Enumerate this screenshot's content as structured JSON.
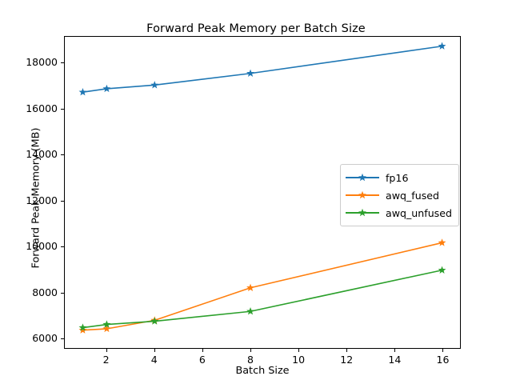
{
  "chart_data": {
    "type": "line",
    "title": "Forward Peak Memory per Batch Size",
    "xlabel": "Batch Size",
    "ylabel": "Forward Peak Memory (MB)",
    "x": [
      1,
      2,
      4,
      8,
      16
    ],
    "xlim": [
      0.25,
      16.75
    ],
    "ylim": [
      5550,
      19150
    ],
    "xticks": [
      2,
      4,
      6,
      8,
      10,
      12,
      14,
      16
    ],
    "xtick_labels": [
      "2",
      "4",
      "6",
      "8",
      "10",
      "12",
      "14",
      "16"
    ],
    "yticks": [
      6000,
      8000,
      10000,
      12000,
      14000,
      16000,
      18000
    ],
    "ytick_labels": [
      "6000",
      "8000",
      "10000",
      "12000",
      "14000",
      "16000",
      "18000"
    ],
    "grid": false,
    "legend_position": "center right",
    "marker": "star",
    "series": [
      {
        "name": "fp16",
        "color": "#1f77b4",
        "values": [
          16730,
          16880,
          17040,
          17550,
          18740
        ]
      },
      {
        "name": "awq_fused",
        "color": "#ff7f0e",
        "values": [
          6330,
          6390,
          6760,
          8180,
          10150
        ]
      },
      {
        "name": "awq_unfused",
        "color": "#2ca02c",
        "values": [
          6440,
          6580,
          6720,
          7150,
          8950
        ]
      }
    ]
  }
}
